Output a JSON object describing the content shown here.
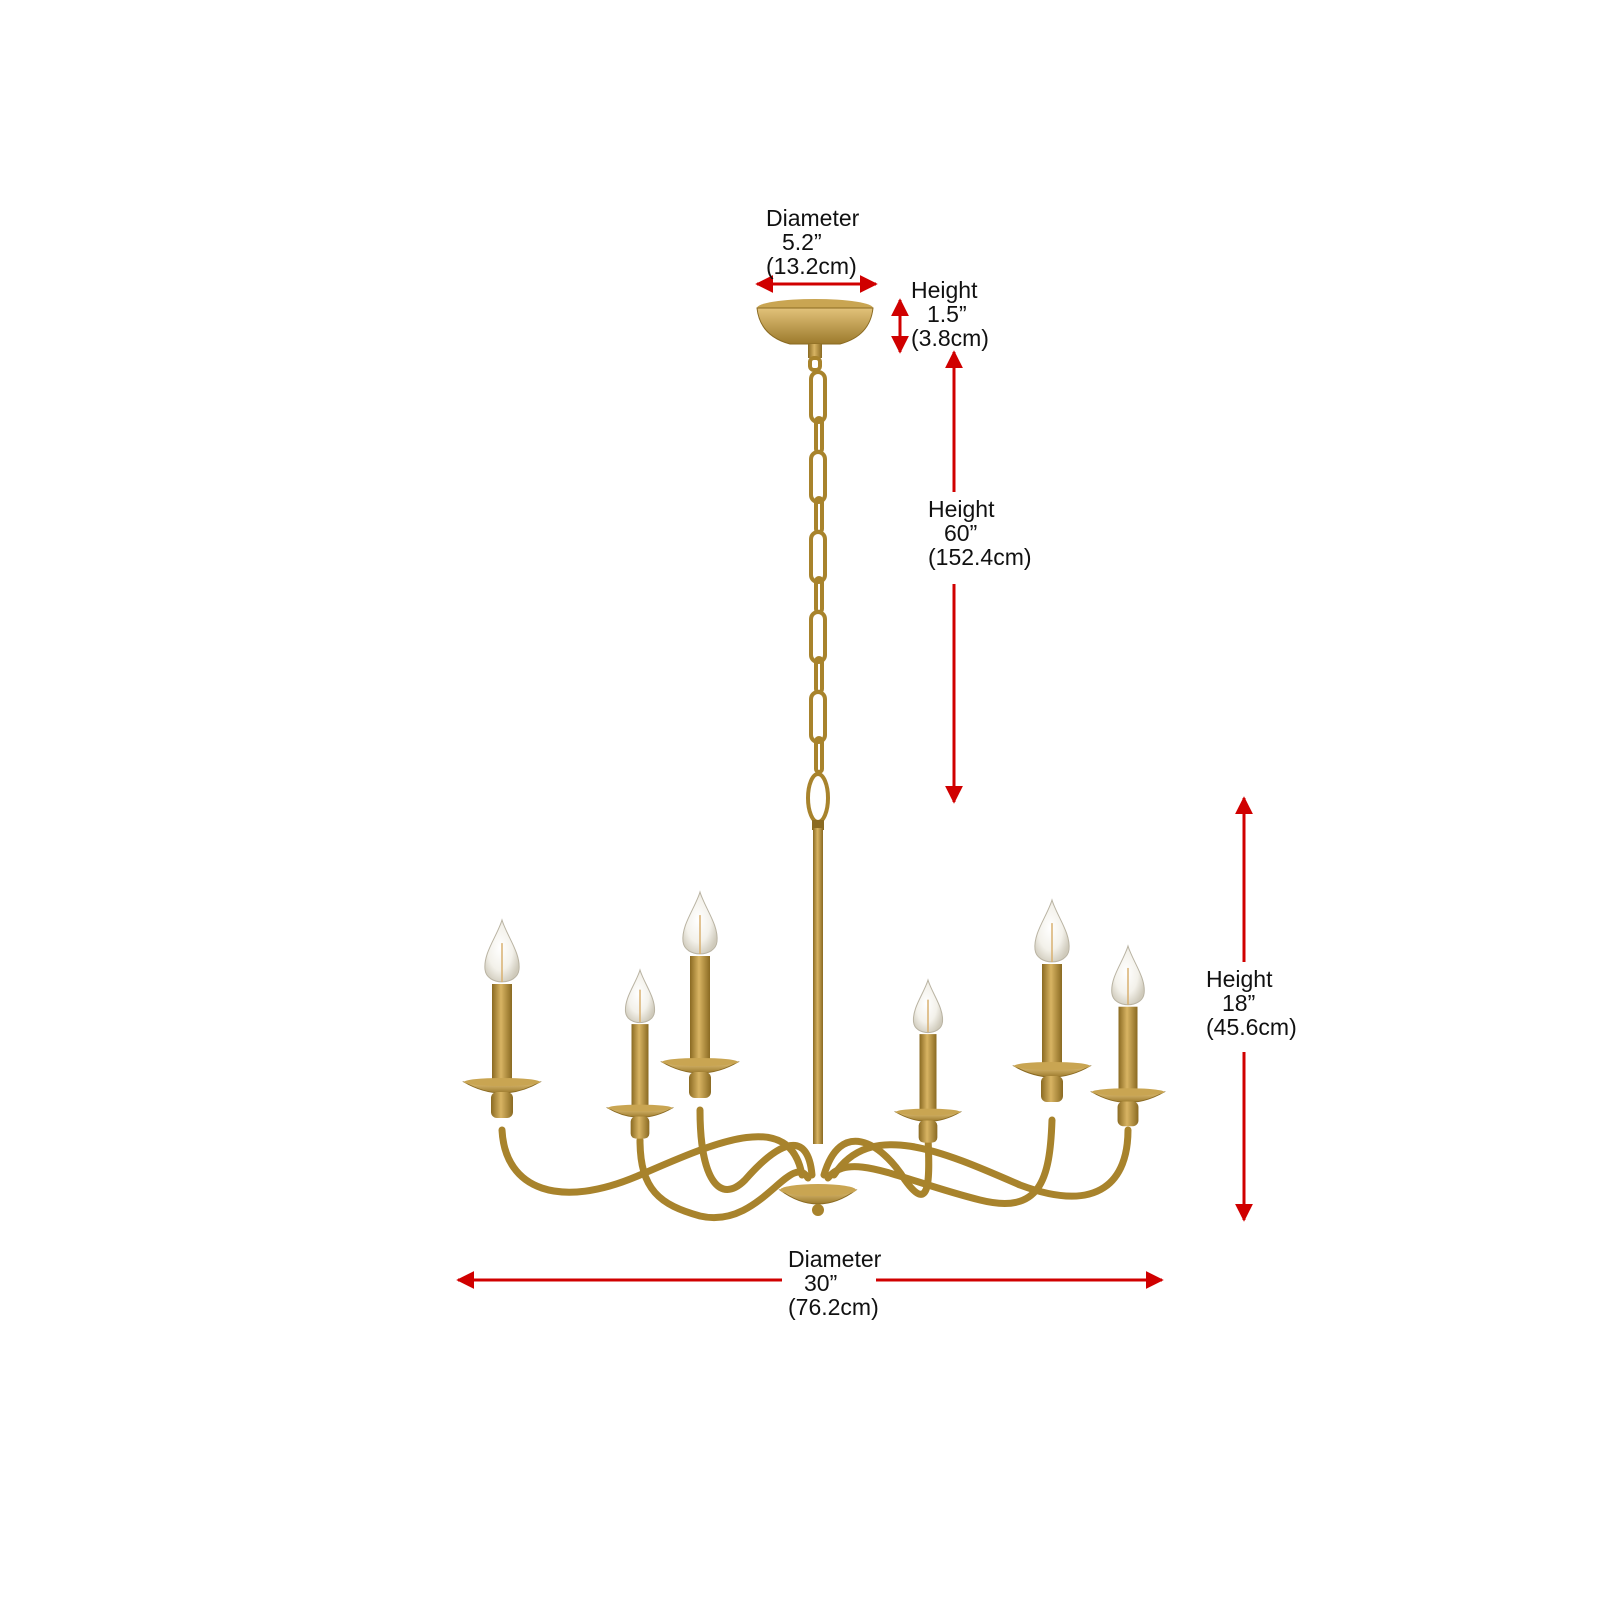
{
  "colors": {
    "background": "#ffffff",
    "dimension_line": "#d00000",
    "brass": "#b8923a",
    "brass_dark": "#8a6a22",
    "brass_light": "#dcc07a",
    "text": "#111111"
  },
  "dimensions": {
    "canopy_diameter": {
      "label": "Diameter",
      "imperial": "5.2”",
      "metric": "(13.2cm)"
    },
    "canopy_height": {
      "label": "Height",
      "imperial": "1.5”",
      "metric": "(3.8cm)"
    },
    "chain_height": {
      "label": "Height",
      "imperial": "60”",
      "metric": "(152.4cm)"
    },
    "body_height": {
      "label": "Height",
      "imperial": "18”",
      "metric": "(45.6cm)"
    },
    "body_diameter": {
      "label": "Diameter",
      "imperial": "30”",
      "metric": "(76.2cm)"
    }
  }
}
